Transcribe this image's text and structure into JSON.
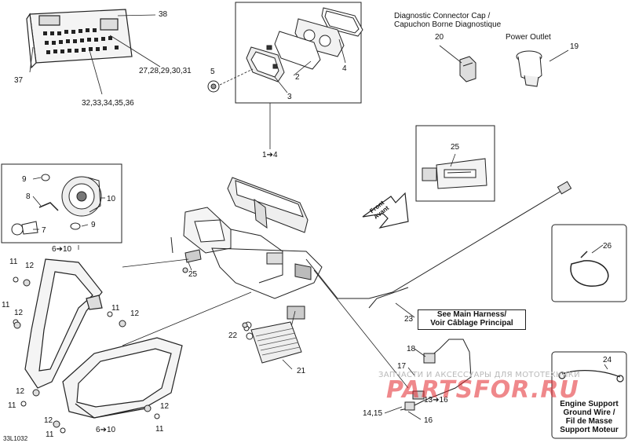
{
  "diagram_code": "33L1032",
  "callouts": {
    "c38": "38",
    "c37": "37",
    "c27": "27,28,29,30,31",
    "c32": "32,33,34,35,36",
    "c5": "5",
    "c2": "2",
    "c3": "3",
    "c4": "4",
    "c1to4": "1➔4",
    "c20": "20",
    "c19": "19",
    "c25a": "25",
    "c9a": "9",
    "c10": "10",
    "c8": "8",
    "c7": "7",
    "c9b": "9",
    "c6to10a": "6➔10",
    "c25b": "25",
    "c26": "26",
    "c23": "23",
    "c11a": "11",
    "c12a": "12",
    "c11b": "11",
    "c12b": "12",
    "c11c": "11",
    "c12c": "12",
    "c22": "22",
    "c21": "21",
    "c18": "18",
    "c17": "17",
    "c13to16": "13➔16",
    "c24": "24",
    "c12d": "12",
    "c11d": "11",
    "c12e": "12",
    "c11e": "11",
    "c6to10b": "6➔10",
    "c14_15": "14,15",
    "c16": "16",
    "c11f": "11",
    "c12f": "12"
  },
  "notes": {
    "diag_cap_en": "Diagnostic Connector Cap /",
    "diag_cap_fr": "Capuchon Borne Diagnostique",
    "power_outlet": "Power Outlet",
    "front_en": "Front",
    "front_fr": "Avant",
    "main_harness_en": "See Main Harness/",
    "main_harness_fr": "Voir Câblage Principal",
    "engine_support_1": "Engine Support",
    "engine_support_2": "Ground Wire /",
    "engine_support_3": "Fil de Masse",
    "engine_support_4": "Support Moteur"
  },
  "watermark": {
    "caption": "ЗАПЧАСТИ И АКСЕССУАРЫ ДЛЯ МОТОТЕХНИКИ",
    "logo_a": "PARTS",
    "logo_b": "FOR",
    "logo_c": ".RU",
    "caption_color": "#b9b9b9",
    "logo_color": "#e3272d"
  }
}
